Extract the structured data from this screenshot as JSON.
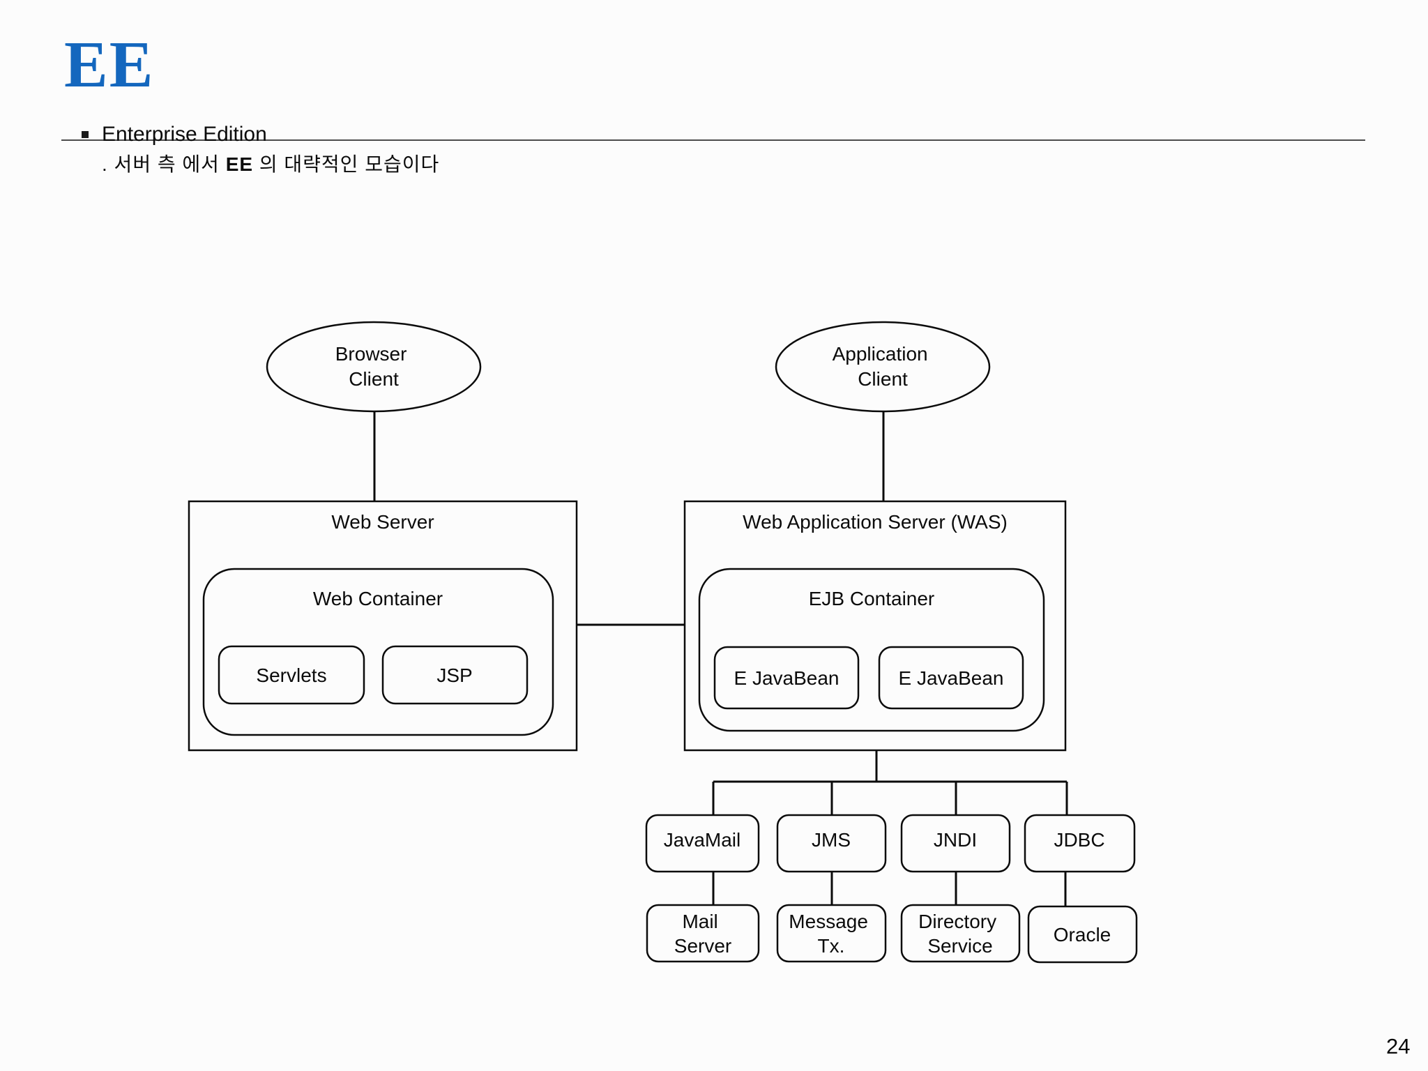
{
  "slide": {
    "title": "EE",
    "title_color": "#1467be",
    "bullet_text": "Enterprise Edition",
    "sub_bullet": {
      "prefix": ". 서버 측 에서 ",
      "bold": "EE",
      "suffix": " 의 대략적인 모습이다"
    },
    "page_number": "24"
  },
  "diagram": {
    "browser_client": {
      "line1": "Browser",
      "line2": "Client"
    },
    "application_client": {
      "line1": "Application",
      "line2": "Client"
    },
    "web_server": {
      "title": "Web Server",
      "container_title": "Web Container",
      "servlets": "Servlets",
      "jsp": "JSP"
    },
    "was": {
      "title": "Web Application Server (WAS)",
      "container_title": "EJB Container",
      "ejb1": "E JavaBean",
      "ejb2": "E JavaBean"
    },
    "services": {
      "javamail": {
        "api": "JavaMail",
        "backend_line1": "Mail",
        "backend_line2": "Server"
      },
      "jms": {
        "api": "JMS",
        "backend_line1": "Message",
        "backend_line2": "Tx."
      },
      "jndi": {
        "api": "JNDI",
        "backend_line1": "Directory",
        "backend_line2": "Service"
      },
      "jdbc": {
        "api": "JDBC",
        "backend": "Oracle"
      }
    }
  }
}
